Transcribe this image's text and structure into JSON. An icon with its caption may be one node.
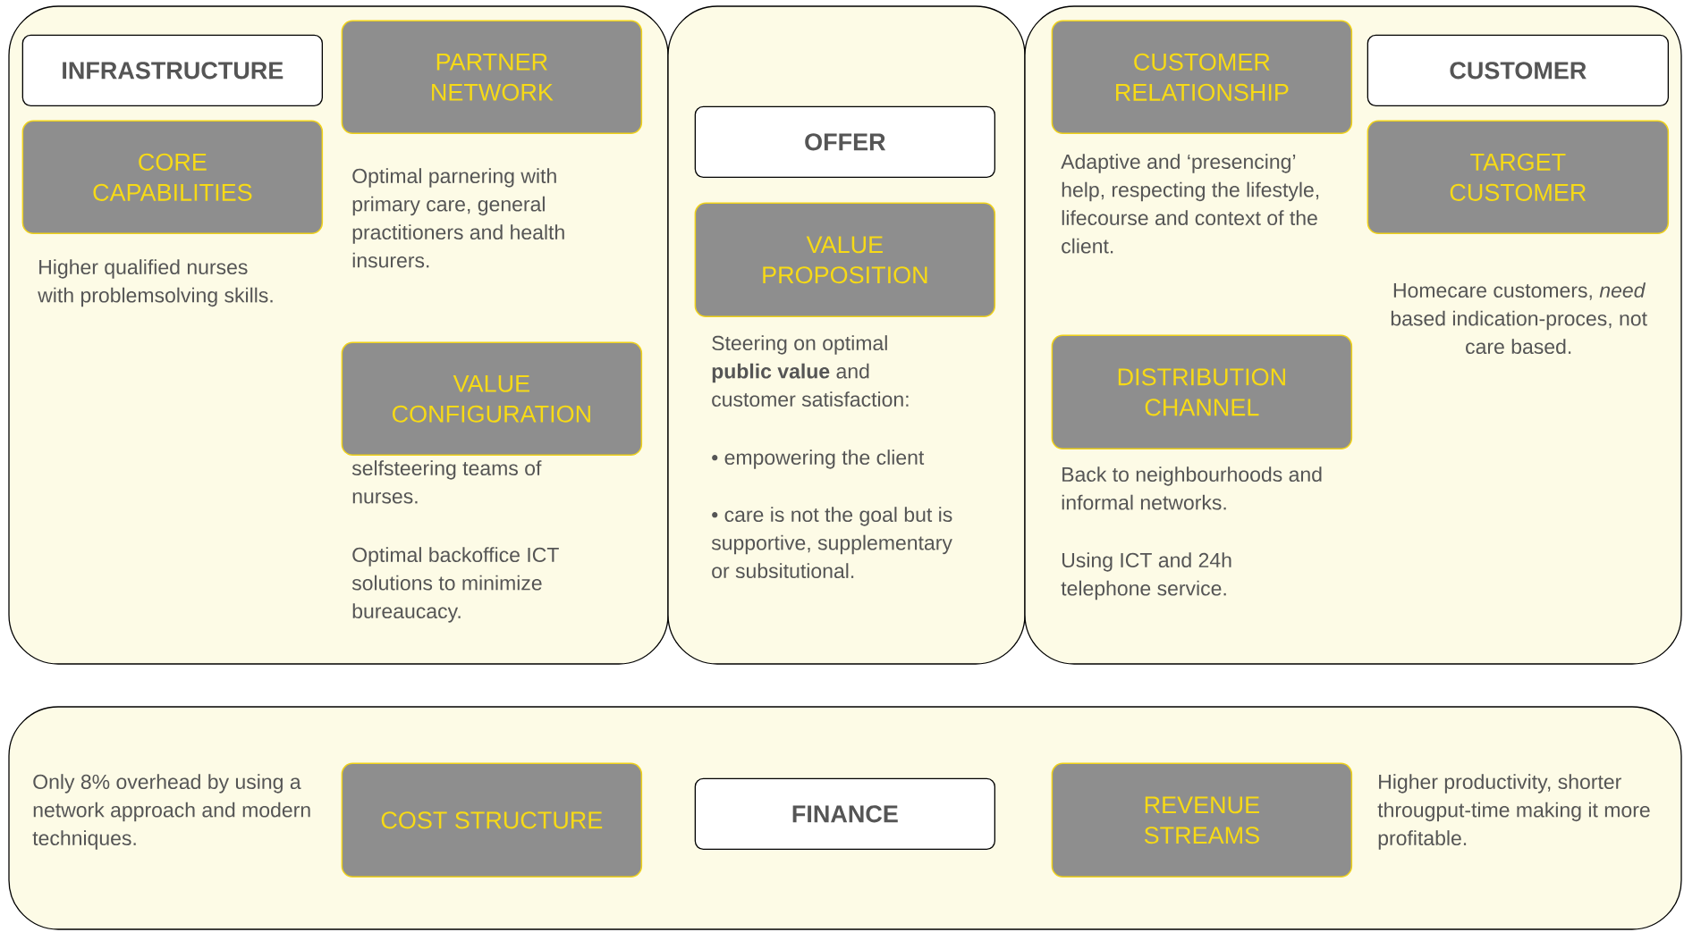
{
  "diagram": {
    "nodes": [
      {
        "text": [],
        "shape": "box"
      },
      {
        "text": [
          "INFRASTRUCTURE"
        ],
        "in": 0
      },
      {
        "text": [
          "PARTNER NETWORK"
        ],
        "in": 0,
        "beside": [
          "Optimal parnering with primary care, general practitioners and health insurers."
        ]
      },
      {
        "text": [
          "CORE CAPABILITIES"
        ],
        "in": 0,
        "beside": [
          "Higher qualified nurses with problemsolving skills."
        ]
      },
      {
        "text": [
          "VALUE CONFIGURATION"
        ],
        "in": 0,
        "beside": [
          "selfsteering teams of nurses.",
          "Optimal backoffice ICT solutions to minimize bureaucacy."
        ]
      },
      {
        "text": [],
        "shape": "box"
      },
      {
        "text": [
          "OFFER"
        ],
        "in": 5
      },
      {
        "text": [
          "VALUE PROPOSITION"
        ],
        "in": 5,
        "beside": [
          "Steering on optimal **public value** and customer satisfaction:",
          "• empowering the client",
          "• care is not the goal but is supportive, supplementary or subsitutional."
        ]
      },
      {
        "text": [],
        "shape": "box"
      },
      {
        "text": [
          "CUSTOMER RELATIONSHIP"
        ],
        "in": 8,
        "beside": [
          "Adaptive and ‘presencing’ help, respecting the lifestyle, lifecourse and context of the client."
        ]
      },
      {
        "text": [
          "CUSTOMER"
        ],
        "in": 8
      },
      {
        "text": [
          "TARGET CUSTOMER"
        ],
        "in": 8,
        "beside": [
          "Homecare customers, *need* based indication-proces, not care based."
        ]
      },
      {
        "text": [
          "DISTRIBUTION CHANNEL"
        ],
        "in": 8,
        "beside": [
          "Back to neighbourhoods and informal networks.",
          "Using ICT and 24h telephone service."
        ]
      },
      {
        "text": [],
        "shape": "box"
      },
      {
        "text": [
          "COST STRUCTURE"
        ],
        "in": 13,
        "beside": [
          "Only 8% overhead by using a network approach and modern techniques."
        ]
      },
      {
        "text": [
          "FINANCE"
        ],
        "in": 13
      },
      {
        "text": [
          "REVENUE STREAMS"
        ],
        "in": 13,
        "beside": [
          "Higher productivity, shorter througput-time making it more profitable."
        ]
      }
    ]
  }
}
